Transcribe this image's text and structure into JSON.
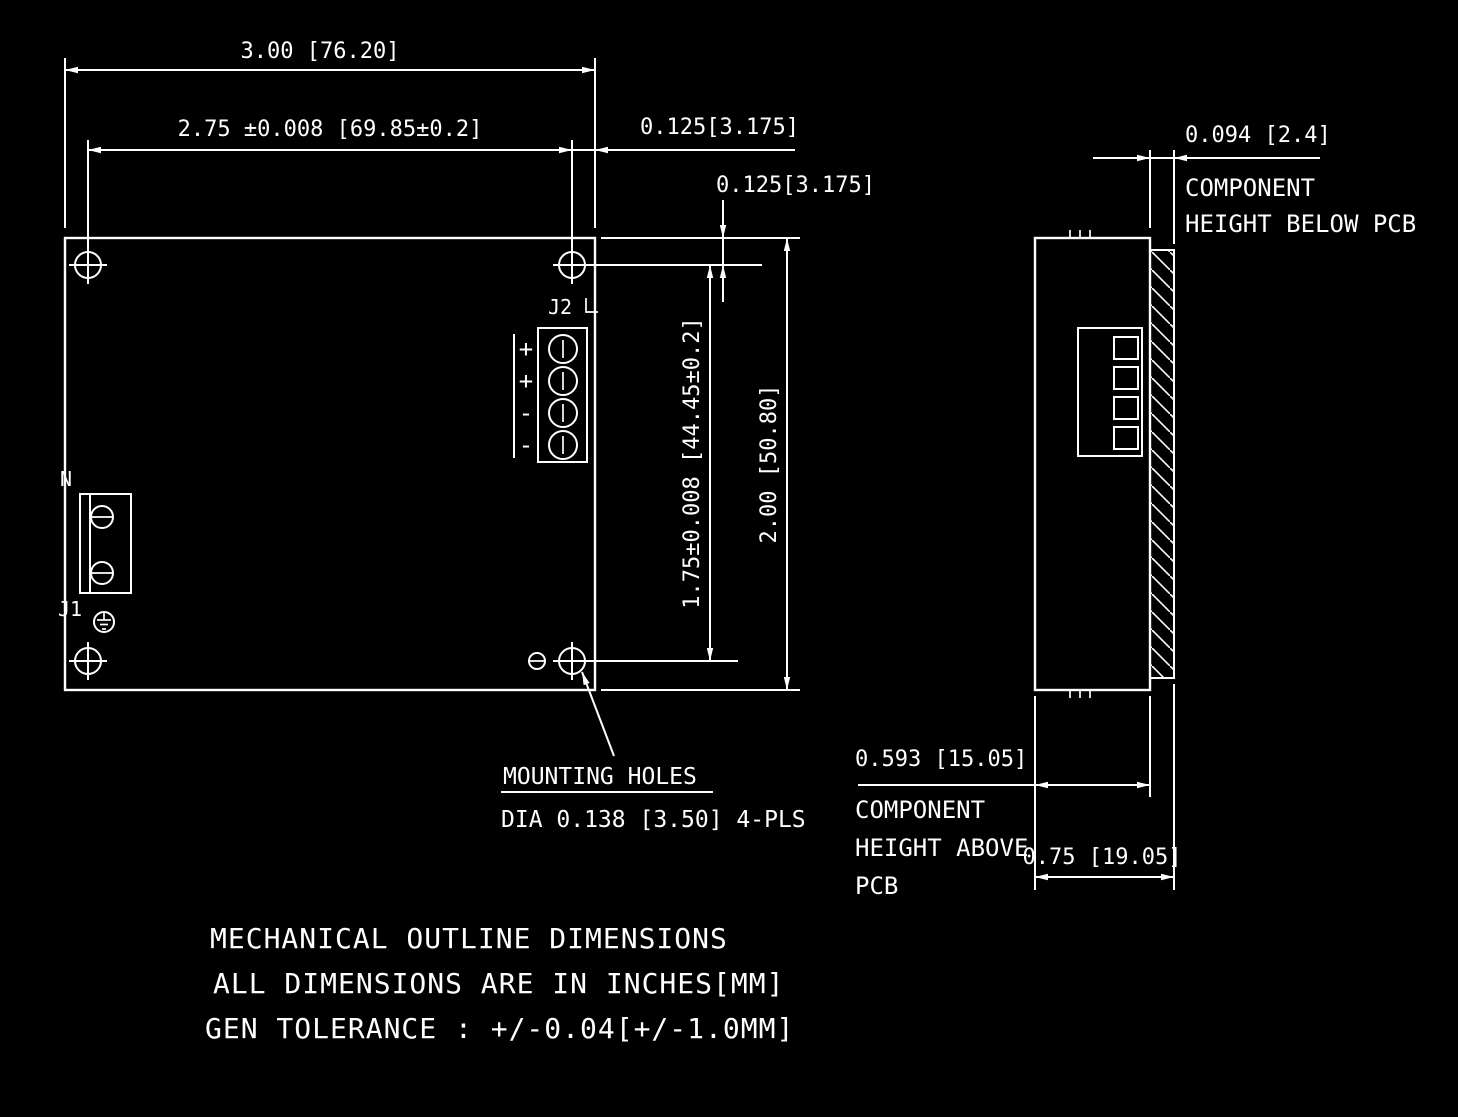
{
  "top_view": {
    "j2_label": "J2",
    "j1_label": "J1",
    "neutral_label": "N",
    "terminal_marks": [
      "+",
      "+",
      "-",
      "-"
    ],
    "mounting_holes_callout": {
      "title": "MOUNTING HOLES",
      "detail": "DIA 0.138 [3.50] 4-PLS"
    },
    "dimensions": {
      "board_width": "3.00 [76.20]",
      "hole_spacing_horizontal": "2.75 ±0.008 [69.85±0.2]",
      "hole_edge_offset_right": "0.125[3.175]",
      "hole_edge_offset_top": "0.125[3.175]",
      "hole_spacing_vertical": "1.75±0.008 [44.45±0.2]",
      "board_height": "2.00 [50.80]"
    }
  },
  "side_view": {
    "dimensions": {
      "component_height_below_pcb": "0.094 [2.4]",
      "component_height_above_pcb": "0.593 [15.05]",
      "overall_height": "0.75 [19.05]"
    },
    "labels": {
      "below_pcb": [
        "COMPONENT",
        "HEIGHT BELOW PCB"
      ],
      "above_pcb": [
        "COMPONENT",
        "HEIGHT ABOVE",
        "PCB"
      ]
    }
  },
  "notes": [
    "MECHANICAL OUTLINE DIMENSIONS",
    "ALL DIMENSIONS ARE IN INCHES[MM]",
    "GEN TOLERANCE : +/-0.04[+/-1.0MM]"
  ],
  "colors": {
    "background": "#000000",
    "line_color": "#ffffff"
  }
}
